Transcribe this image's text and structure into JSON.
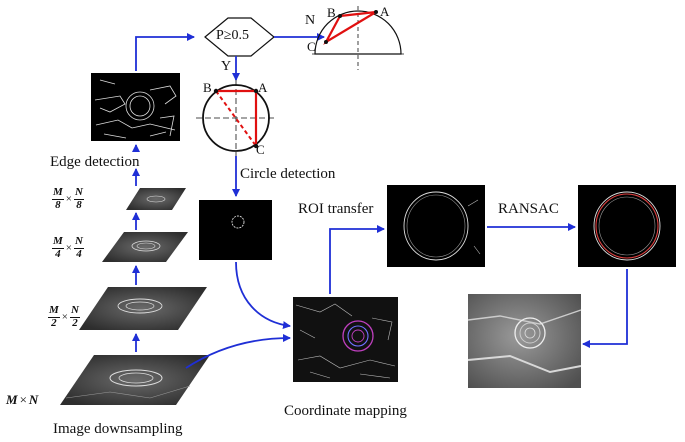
{
  "labels": {
    "edge_detection": "Edge detection",
    "circle_detection": "Circle detection",
    "roi_transfer": "ROI transfer",
    "ransac": "RANSAC",
    "coordinate_mapping": "Coordinate mapping",
    "image_downsampling": "Image downsampling"
  },
  "decision": {
    "condition": "P≥0.5",
    "no_label": "N",
    "yes_label": "Y"
  },
  "points": {
    "a": "A",
    "b": "B",
    "c": "C"
  },
  "pyramid_levels": [
    {
      "num1": "M",
      "den1": "8",
      "times": "×",
      "num2": "N",
      "den2": "8"
    },
    {
      "num1": "M",
      "den1": "4",
      "times": "×",
      "num2": "N",
      "den2": "4"
    },
    {
      "num1": "M",
      "den1": "2",
      "times": "×",
      "num2": "N",
      "den2": "2"
    }
  ],
  "base_level": {
    "m": "M",
    "times": "×",
    "n": "N"
  },
  "colors": {
    "arrow": "#1f2fd6",
    "chord": "#e01010",
    "panel": "#000000",
    "panel_gray": "#2c2c2c"
  }
}
